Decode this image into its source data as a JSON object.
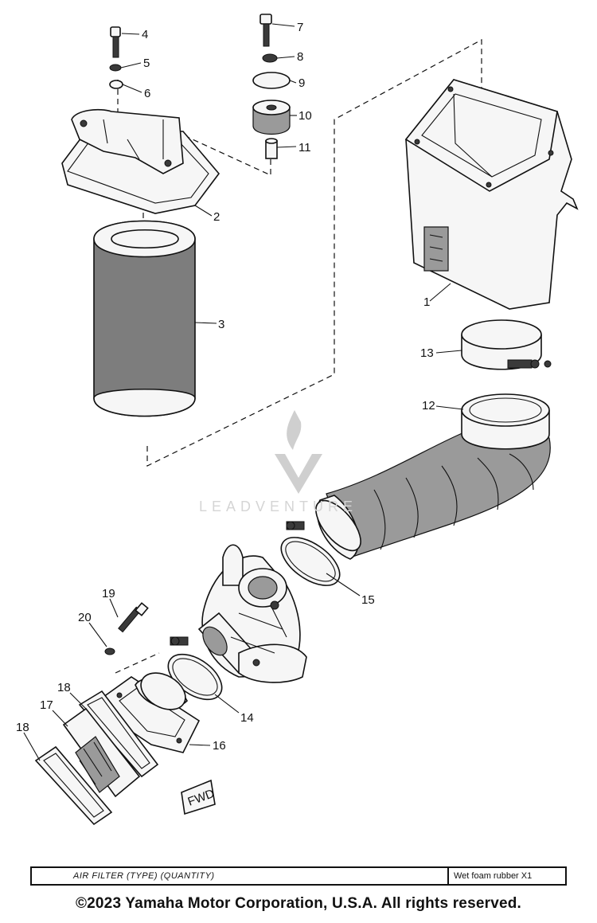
{
  "diagram": {
    "callouts": [
      {
        "id": "4",
        "text": "4"
      },
      {
        "id": "5",
        "text": "5"
      },
      {
        "id": "6",
        "text": "6"
      },
      {
        "id": "7",
        "text": "7"
      },
      {
        "id": "8",
        "text": "8"
      },
      {
        "id": "9",
        "text": "9"
      },
      {
        "id": "10",
        "text": "10"
      },
      {
        "id": "11",
        "text": "11"
      },
      {
        "id": "2",
        "text": "2"
      },
      {
        "id": "3",
        "text": "3"
      },
      {
        "id": "1",
        "text": "1"
      },
      {
        "id": "13",
        "text": "13"
      },
      {
        "id": "12",
        "text": "12"
      },
      {
        "id": "15",
        "text": "15"
      },
      {
        "id": "19",
        "text": "19"
      },
      {
        "id": "20",
        "text": "20"
      },
      {
        "id": "18a",
        "text": "18"
      },
      {
        "id": "17",
        "text": "17"
      },
      {
        "id": "18b",
        "text": "18"
      },
      {
        "id": "14",
        "text": "14"
      },
      {
        "id": "16",
        "text": "16"
      }
    ],
    "direction_marker": "FWD"
  },
  "watermark": {
    "text": "LEADVENTURE"
  },
  "spec_table": {
    "label": "AIR FILTER (TYPE) (QUANTITY)",
    "value": "Wet foam rubber  X1"
  },
  "footer": {
    "copyright": "©2023 Yamaha Motor Corporation, U.S.A. All rights reserved."
  }
}
